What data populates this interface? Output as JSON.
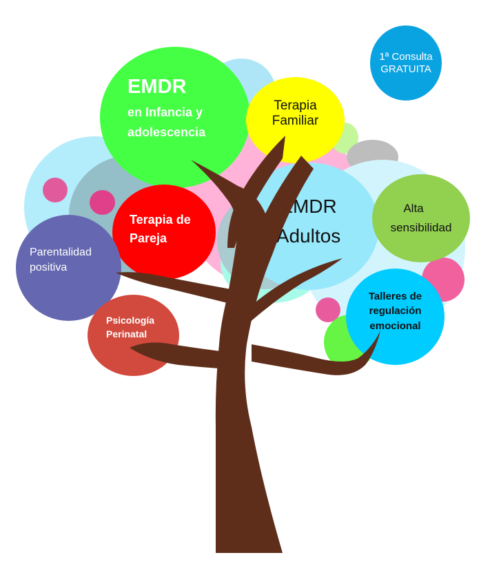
{
  "colors": {
    "trunk": "#5f2e1b",
    "emdr_infancia": "#44ff44",
    "terapia_familiar": "#ffff00",
    "consulta_gratuita": "#0aa3e2",
    "emdr_adultos": "#97e8fb",
    "alta_sensibilidad": "#92d050",
    "terapia_pareja": "#ff0000",
    "parentalidad": "#6568b0",
    "perinatal": "#d24a3e",
    "talleres": "#00ccff"
  },
  "bubbles": {
    "consulta": {
      "line1": "1ª Consulta",
      "line2": "GRATUITA"
    },
    "emdr_infancia": {
      "line1": "EMDR",
      "line2": "en Infancia y",
      "line3": "adolescencia"
    },
    "terapia_familiar": {
      "line1": "Terapia",
      "line2": "Familiar"
    },
    "emdr_adultos": {
      "line1": "EMDR",
      "line2": "Adultos"
    },
    "alta_sensibilidad": {
      "line1": "Alta",
      "line2": "sensibilidad"
    },
    "terapia_pareja": {
      "line1": "Terapia de",
      "line2": "Pareja"
    },
    "parentalidad": {
      "line1": "Parentalidad",
      "line2": "positiva"
    },
    "perinatal": {
      "line1": "Psicología",
      "line2": "Perinatal"
    },
    "talleres": {
      "line1": "Talleres de",
      "line2": "regulación",
      "line3": "emocional"
    }
  }
}
